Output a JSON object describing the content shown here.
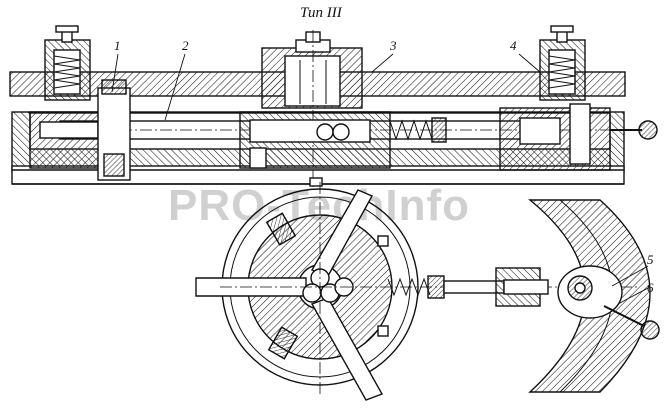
{
  "title": "Тип III",
  "watermark": "PRO-TechInfo",
  "callouts": [
    "1",
    "2",
    "3",
    "4",
    "5",
    "6"
  ],
  "colors": {
    "ink": "#111111",
    "hatch": "#1a1a1a",
    "paper": "#ffffff",
    "watermark": "#d0d0d0"
  }
}
